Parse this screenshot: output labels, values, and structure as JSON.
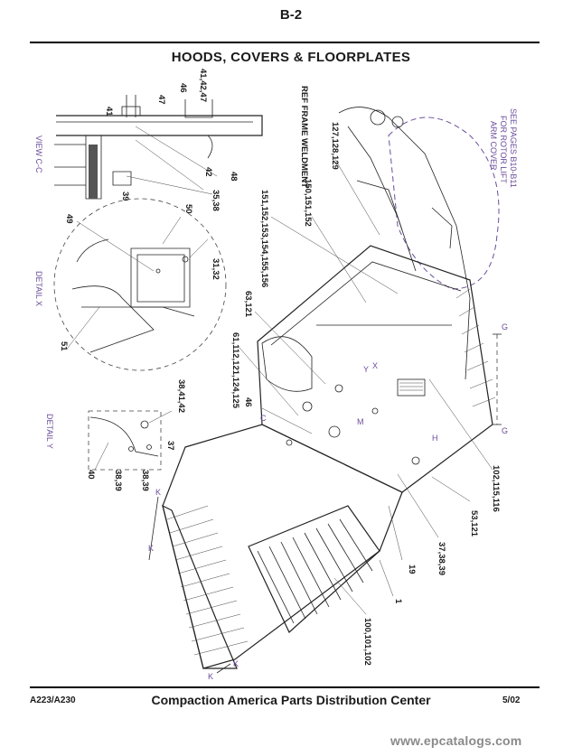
{
  "header": {
    "page_number": "B-2",
    "title": "HOODS, COVERS & FLOORPLATES"
  },
  "views": {
    "view_cc": "VIEW C-C",
    "detail_x": "DETAIL X",
    "detail_y": "DETAIL Y"
  },
  "notes": {
    "ref_frame": "REF FRAME WELDMENT",
    "see_pages_1": "SEE PAGES B10-B11",
    "see_pages_2": "FOR ROTOR LIFT",
    "see_pages_3": "ARM COVER"
  },
  "callouts": {
    "c41": "41",
    "c47": "47",
    "c46a": "46",
    "c414247": "41,42,47",
    "c42": "42",
    "c48": "48",
    "c3538": "35,38",
    "c39": "39",
    "c49": "49",
    "c50": "50",
    "c3132": "31,32",
    "c51": "51",
    "c384142": "38,41,42",
    "c37": "37",
    "c40": "40",
    "c3839a": "38,39",
    "c3839b": "38,39",
    "c127": "127,128,129",
    "c150": "150,151,152",
    "c151": "151,152,153,154,155,156",
    "c63": "63,121",
    "c61": "61,112,121,124,125",
    "c46b": "46",
    "c102": "102,115,116",
    "c53": "53,121",
    "c37b": "37,38,39",
    "c19": "19",
    "c1": "1",
    "c100": "100,101,102"
  },
  "section_marks": {
    "g": "G",
    "k": "K",
    "c": "C",
    "h": "H",
    "m": "M",
    "y": "Y",
    "x": "X"
  },
  "footer": {
    "model": "A223/A230",
    "center": "Compaction America Parts Distribution Center",
    "date": "5/02"
  },
  "watermark": "www.epcatalogs.com",
  "colors": {
    "ink": "#1a1a1a",
    "callout_purple": "#6b4c9a",
    "watermark_gray": "#8a8a8a"
  }
}
